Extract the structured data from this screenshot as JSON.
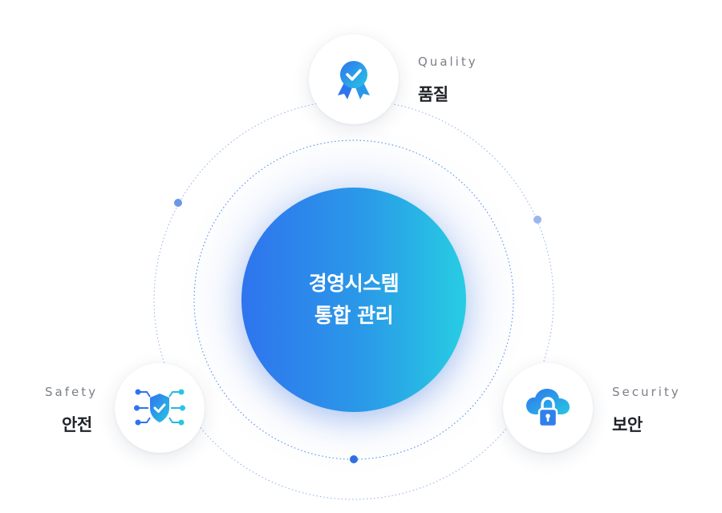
{
  "center": {
    "line1": "경영시스템",
    "line2": "통합 관리"
  },
  "nodes": {
    "quality": {
      "en": "Quality",
      "ko": "품질",
      "icon": "award-ribbon-icon"
    },
    "safety": {
      "en": "Safety",
      "ko": "안전",
      "icon": "shield-circuit-icon"
    },
    "security": {
      "en": "Security",
      "ko": "보안",
      "icon": "cloud-lock-icon"
    }
  },
  "colors": {
    "gradient_start": "#2f74ee",
    "gradient_end": "#27cde3",
    "ring": "#5b8fe8",
    "label_en": "#7b7f87",
    "label_ko": "#1f2227"
  }
}
